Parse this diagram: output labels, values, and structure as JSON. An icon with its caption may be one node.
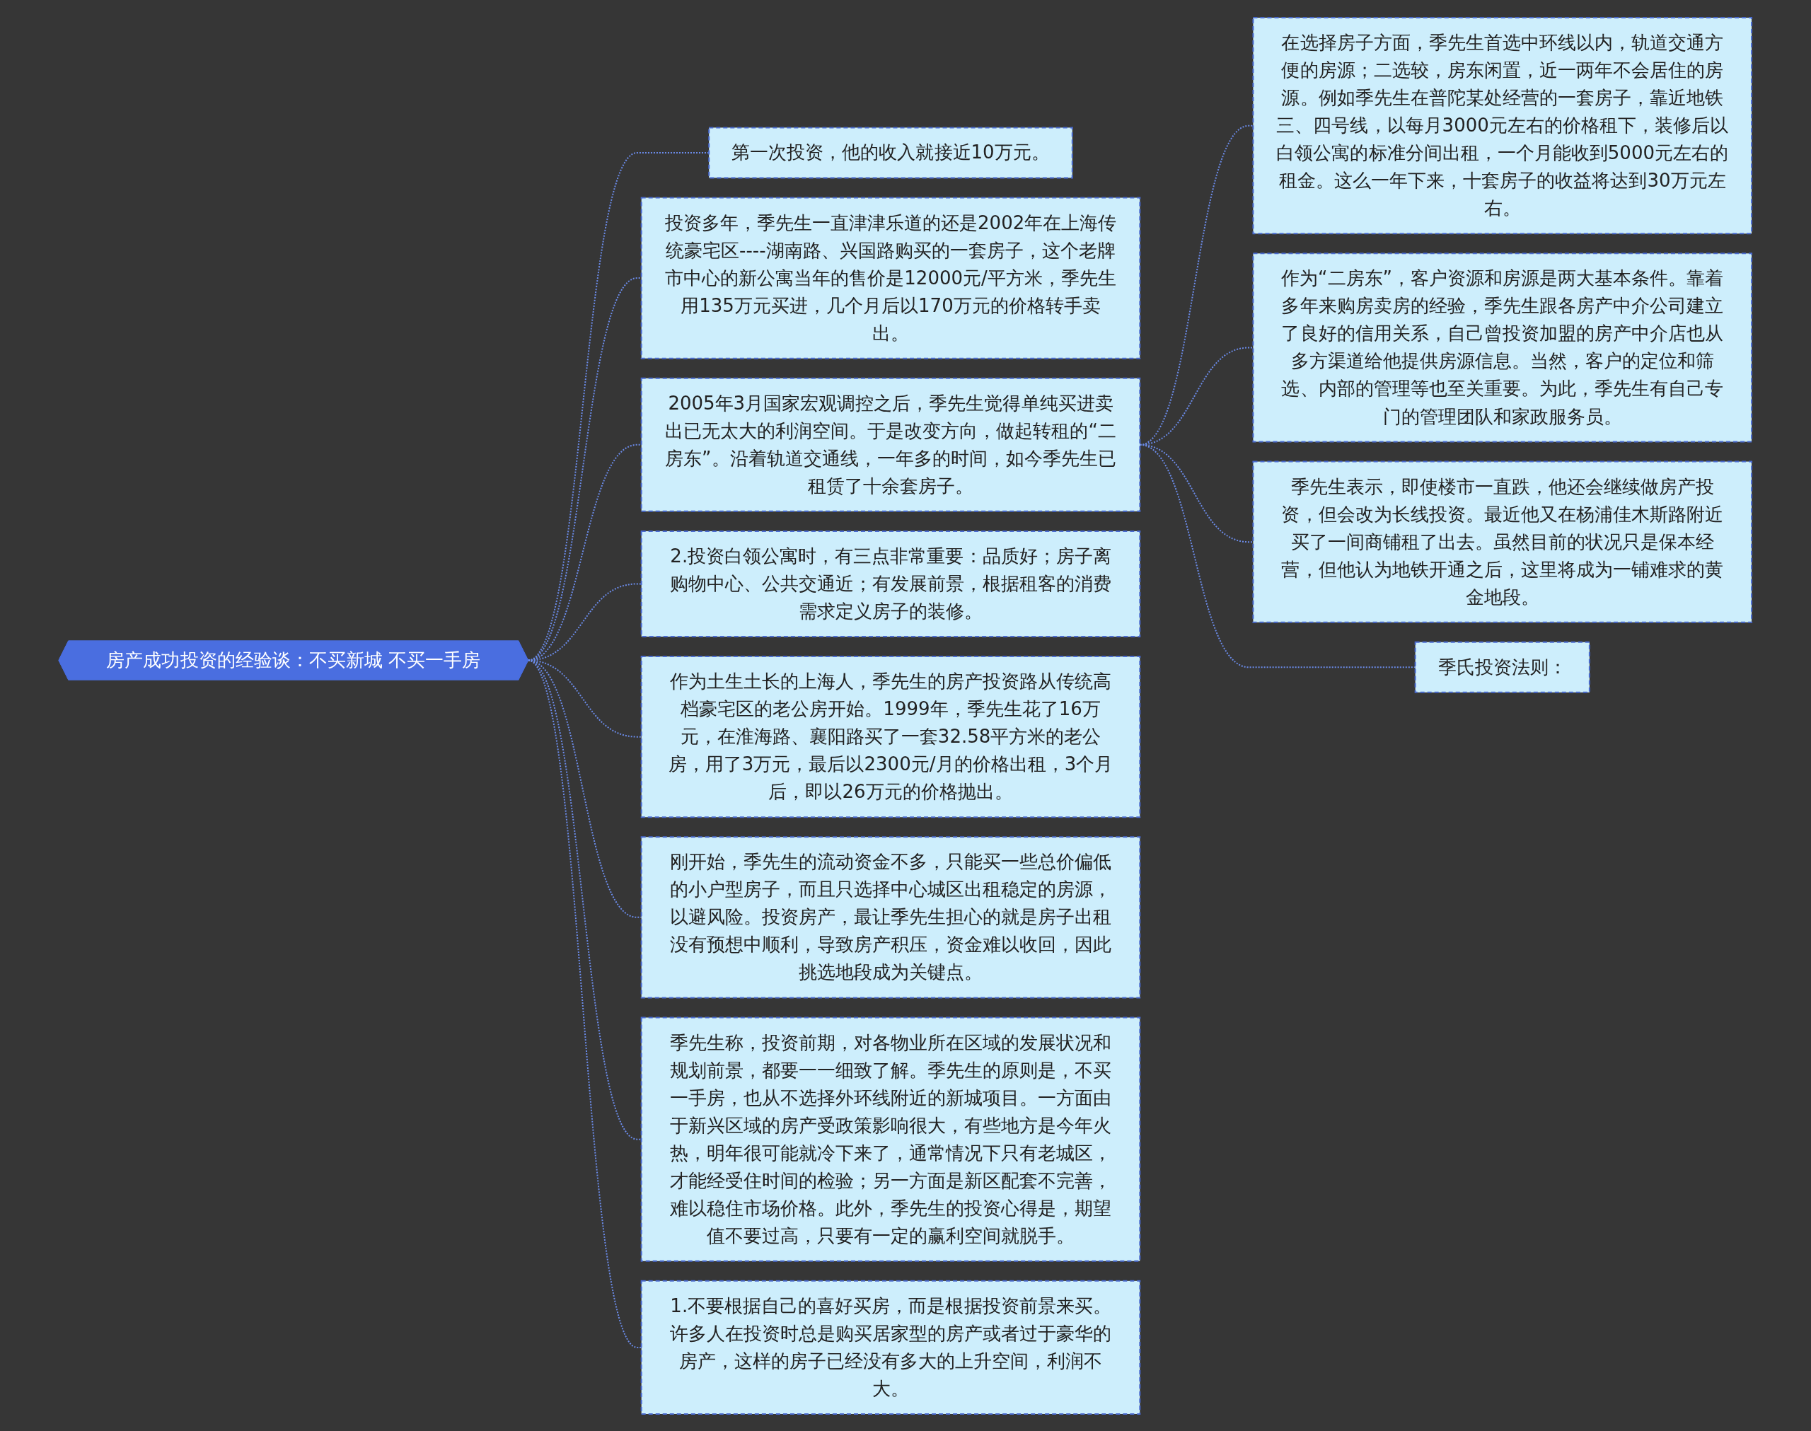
{
  "diagram": {
    "nodes": [
      {
        "text": [
          "房产成功投资的经验谈：不买新城 不买一手房"
        ]
      },
      {
        "text": [
          "第一次投资，他的收入就接近10万元。"
        ]
      },
      {
        "text": [
          "投资多年，季先生一直津津乐道的还是2002年在上海传统豪宅区----湖南路、兴国路购买的一套房子，这个老牌市中心的新公寓当年的售价是12000元/平方米，季先生用135万元买进，几个月后以170万元的价格转手卖出。"
        ]
      },
      {
        "text": [
          "2005年3月国家宏观调控之后，季先生觉得单纯买进卖出已无太大的利润空间。于是改变方向，做起转租的“二房东”。沿着轨道交通线，一年多的时间，如今季先生已租赁了十余套房子。"
        ]
      },
      {
        "text": [
          "在选择房子方面，季先生首选中环线以内，轨道交通方便的房源；二选较，房东闲置，近一两年不会居住的房源。例如季先生在普陀某处经营的一套房子，靠近地铁三、四号线，以每月3000元左右的价格租下，装修后以白领公寓的标准分间出租，一个月能收到5000元左右的租金。这么一年下来，十套房子的收益将达到30万元左右。"
        ]
      },
      {
        "text": [
          "作为“二房东”，客户资源和房源是两大基本条件。靠着多年来购房卖房的经验，季先生跟各房产中介公司建立了良好的信用关系，自己曾投资加盟的房产中介店也从多方渠道给他提供房源信息。当然，客户的定位和筛选、内部的管理等也至关重要。为此，季先生有自己专门的管理团队和家政服务员。"
        ]
      },
      {
        "text": [
          "季先生表示，即使楼市一直跌，他还会继续做房产投资，但会改为长线投资。最近他又在杨浦佳木斯路附近买了一间商铺租了出去。虽然目前的状况只是保本经营，但他认为地铁开通之后，这里将成为一铺难求的黄金地段。"
        ]
      },
      {
        "text": [
          "季氏投资法则："
        ]
      },
      {
        "text": [
          "2.投资白领公寓时，有三点非常重要：品质好；房子离购物中心、公共交通近；有发展前景，根据租客的消费需求定义房子的装修。"
        ]
      },
      {
        "text": [
          "作为土生土长的上海人，季先生的房产投资路从传统高档豪宅区的老公房开始。1999年，季先生花了16万元，在淮海路、襄阳路买了一套32.58平方米的老公房，用了3万元，最后以2300元/月的价格出租，3个月后，即以26万元的价格抛出。"
        ]
      },
      {
        "text": [
          "刚开始，季先生的流动资金不多，只能买一些总价偏低的小户型房子，而且只选择中心城区出租稳定的房源，以避风险。投资房产，最让季先生担心的就是房子出租没有预想中顺利，导致房产积压，资金难以收回，因此挑选地段成为关键点。"
        ]
      },
      {
        "text": [
          "季先生称，投资前期，对各物业所在区域的发展状况和规划前景，都要一一细致了解。季先生的原则是，不买一手房，也从不选择外环线附近的新城项目。一方面由于新兴区域的房产受政策影响很大，有些地方是今年火热，明年很可能就冷下来了，通常情况下只有老城区，才能经受住时间的检验；另一方面是新区配套不完善，难以稳住市场价格。此外，季先生的投资心得是，期望值不要过高，只要有一定的赢利空间就脱手。"
        ]
      },
      {
        "text": [
          "1.不要根据自己的喜好买房，而是根据投资前景来买。许多人在投资时总是购买居家型的房产或者过于豪华的房产，这样的房子已经没有多大的上升空间，利润不大。"
        ]
      }
    ],
    "edges": [
      {
        "from": 0,
        "to": 1,
        "arrow": "none",
        "style": "dashed"
      },
      {
        "from": 0,
        "to": 2,
        "arrow": "none",
        "style": "dashed"
      },
      {
        "from": 0,
        "to": 3,
        "arrow": "none",
        "style": "dashed"
      },
      {
        "from": 3,
        "to": 4,
        "arrow": "none",
        "style": "dashed"
      },
      {
        "from": 3,
        "to": 5,
        "arrow": "none",
        "style": "dashed"
      },
      {
        "from": 3,
        "to": 6,
        "arrow": "none",
        "style": "dashed"
      },
      {
        "from": 3,
        "to": 7,
        "arrow": "none",
        "style": "dashed"
      },
      {
        "from": 0,
        "to": 8,
        "arrow": "none",
        "style": "dashed"
      },
      {
        "from": 0,
        "to": 9,
        "arrow": "none",
        "style": "dashed"
      },
      {
        "from": 0,
        "to": 10,
        "arrow": "none",
        "style": "dashed"
      },
      {
        "from": 0,
        "to": 11,
        "arrow": "none",
        "style": "dashed"
      },
      {
        "from": 0,
        "to": 12,
        "arrow": "none",
        "style": "dashed"
      }
    ]
  }
}
